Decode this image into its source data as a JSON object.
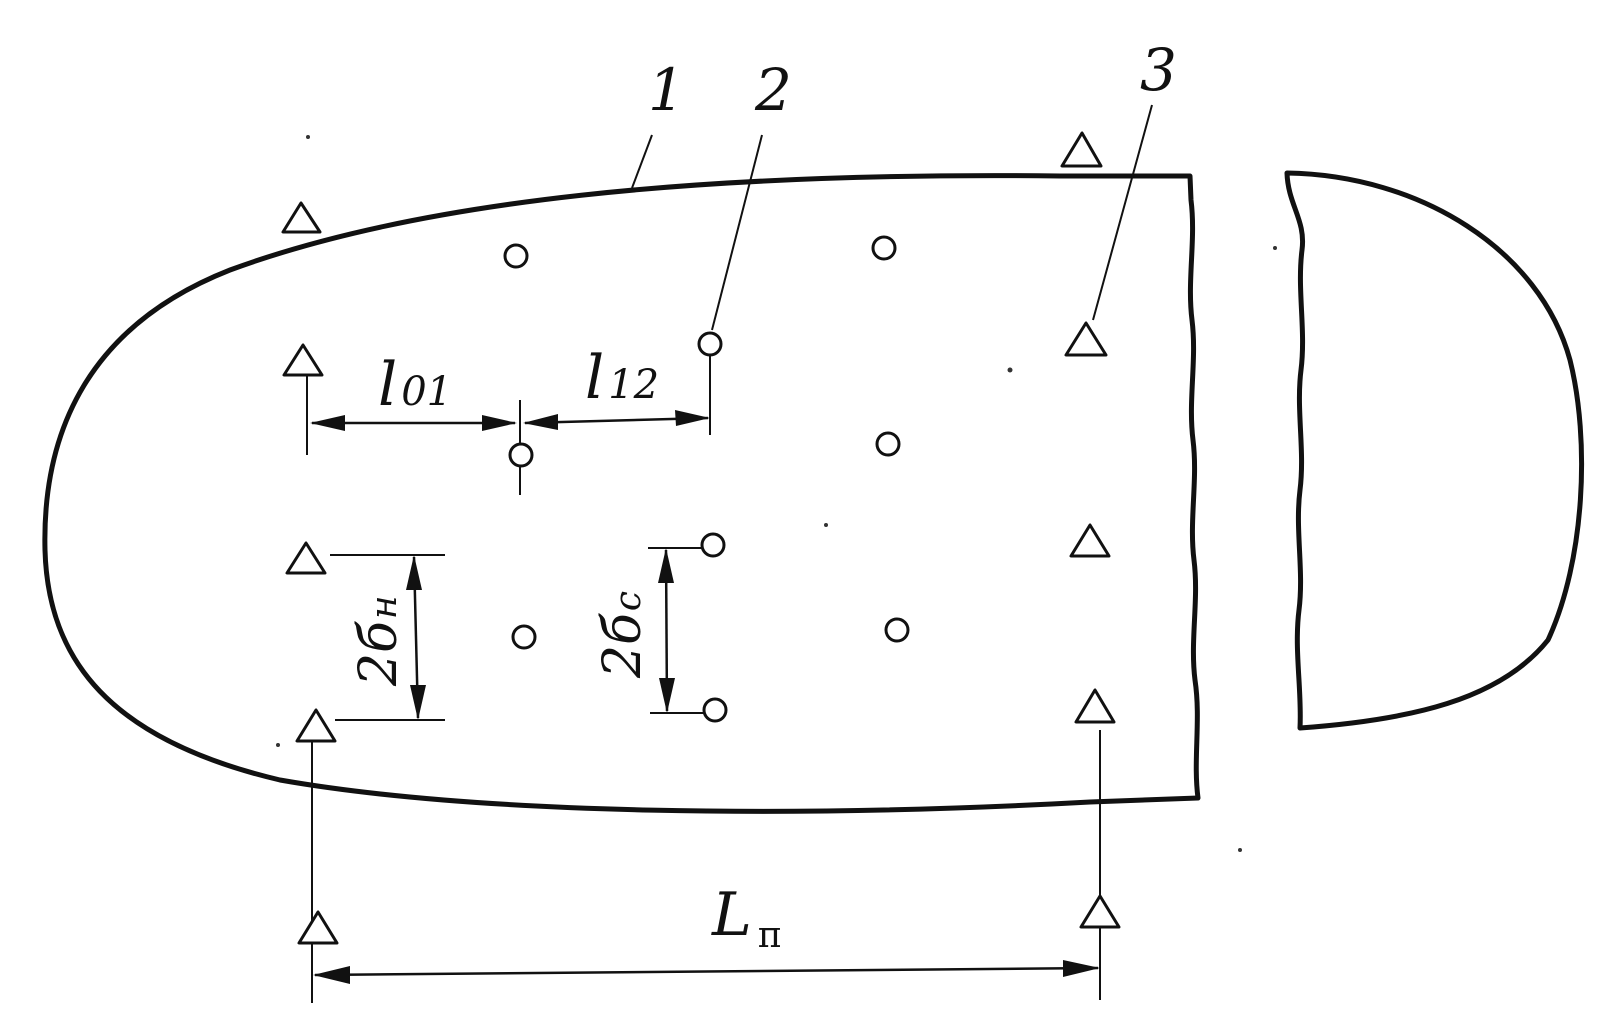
{
  "diagram": {
    "callouts": {
      "part_1": "1",
      "part_2": "2",
      "part_3": "3"
    },
    "dimensions": {
      "l01": {
        "main": "l",
        "sub": "01"
      },
      "l12": {
        "main": "l",
        "sub": "12"
      },
      "b_n": {
        "main": "2б",
        "sub": "н"
      },
      "b_c": {
        "main": "2б",
        "sub": "c"
      },
      "L_p": {
        "main": "L",
        "sub": "п"
      }
    }
  }
}
